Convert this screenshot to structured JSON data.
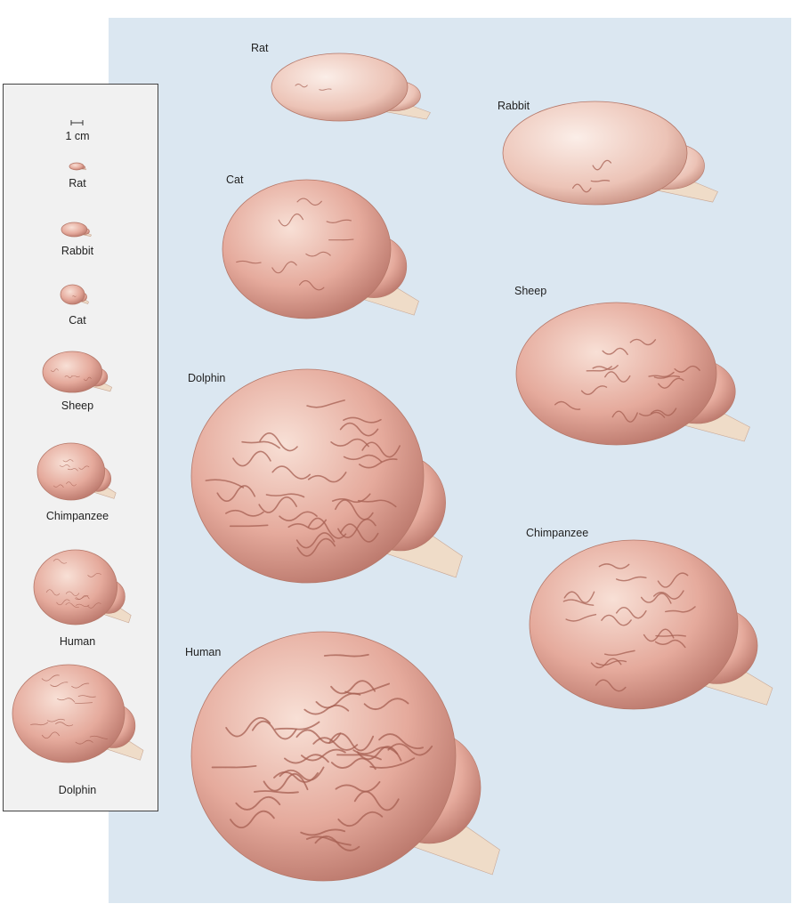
{
  "figure": {
    "scale_panel": {
      "scale_bar_label": "1 cm",
      "labels": [
        "Rat",
        "Rabbit",
        "Cat",
        "Sheep",
        "Chimpanzee",
        "Human",
        "Dolphin"
      ]
    },
    "brains": {
      "rat": "Rat",
      "rabbit": "Rabbit",
      "cat": "Cat",
      "sheep": "Sheep",
      "dolphin": "Dolphin",
      "chimpanzee": "Chimpanzee",
      "human": "Human"
    },
    "colors": {
      "panel_background": "#dbe7f1",
      "scale_panel_background": "#f1f1f1",
      "brain_light": "#f4d2c6",
      "brain_dark": "#c98476"
    }
  }
}
